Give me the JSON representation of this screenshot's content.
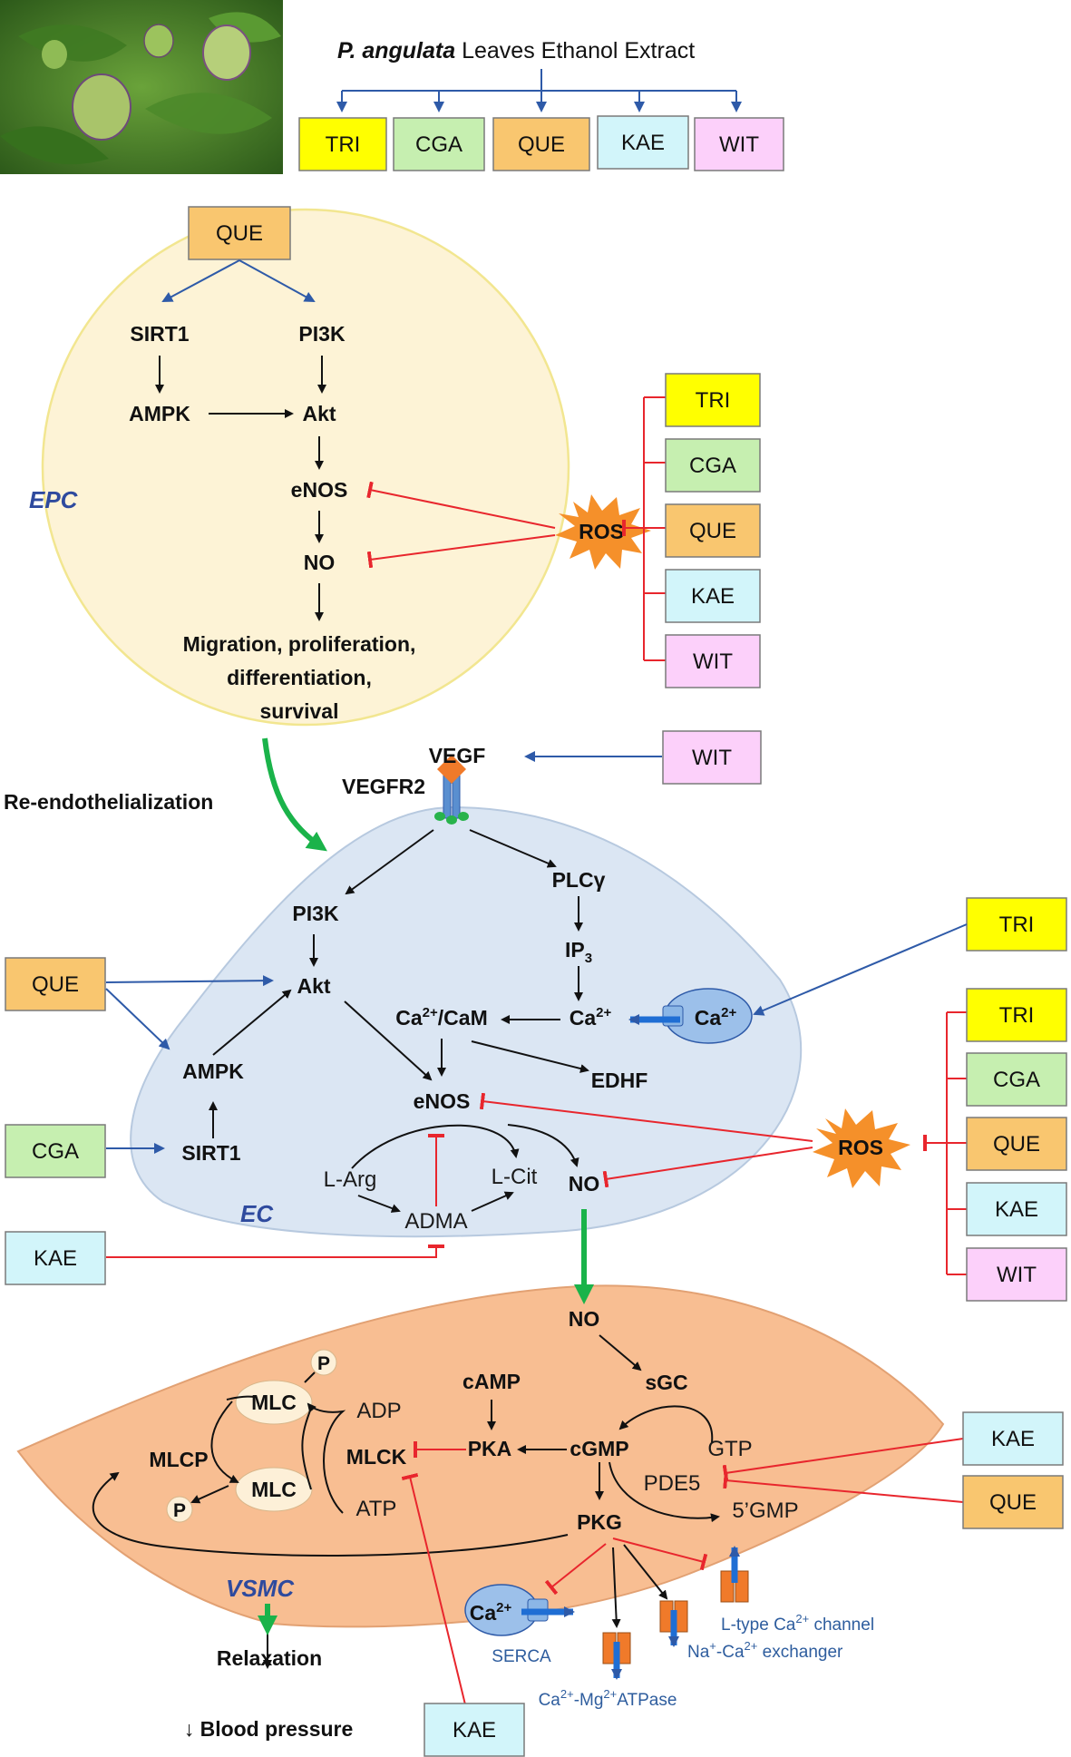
{
  "header": {
    "species_italic": "P. angulata",
    "title_rest": " Leaves Ethanol Extract"
  },
  "compounds": {
    "TRI": "TRI",
    "CGA": "CGA",
    "QUE": "QUE",
    "KAE": "KAE",
    "WIT": "WIT"
  },
  "colors": {
    "TRI": "#ffff00",
    "CGA": "#c6efb0",
    "QUE": "#f9c66f",
    "KAE": "#d2f5fa",
    "WIT": "#fcd0fa",
    "epc_fill": "#fdf3d6",
    "epc_stroke": "#f2e690",
    "ec_fill": "#dbe6f3",
    "vsmc_fill": "#f8be92",
    "activate": "#2e5aa8",
    "inhibit": "#e8262d",
    "green": "#1ab34a",
    "ros": "#f5902a"
  },
  "epc": {
    "label": "EPC",
    "sirt1": "SIRT1",
    "pi3k": "PI3K",
    "ampk": "AMPK",
    "akt": "Akt",
    "enos": "eNOS",
    "no": "NO",
    "outcome_line1": "Migration, proliferation,",
    "outcome_line2": "differentiation,",
    "outcome_line3": "survival"
  },
  "ros": "ROS",
  "reendo": "Re-endothelialization",
  "ec": {
    "label": "EC",
    "vegf": "VEGF",
    "vegfr2": "VEGFR2",
    "pi3k": "PI3K",
    "plcg": "PLCγ",
    "ip3": "IP",
    "ip3_sub": "3",
    "akt": "Akt",
    "ca_cam_a": "Ca",
    "ca_cam_sup": "2+",
    "ca_cam_b": "/CaM",
    "ca": "Ca",
    "ca_sup": "2+",
    "channel_ca": "Ca",
    "channel_sup": "2+",
    "ampk": "AMPK",
    "enos": "eNOS",
    "edhf": "EDHF",
    "sirt1": "SIRT1",
    "larg": "L-Arg",
    "lcit": "L-Cit",
    "adma": "ADMA",
    "no": "NO"
  },
  "vsmc": {
    "label": "VSMC",
    "no": "NO",
    "sgc": "sGC",
    "camp": "cAMP",
    "pka": "PKA",
    "cgmp": "cGMP",
    "gtp": "GTP",
    "pde5": "PDE5",
    "gmp5": "5’GMP",
    "pkg": "PKG",
    "mlc_top": "MLC",
    "mlc_bottom": "MLC",
    "p_top": "P",
    "p_bottom": "P",
    "mlcp": "MLCP",
    "mlck": "MLCK",
    "adp": "ADP",
    "atp": "ATP",
    "serca_ca": "Ca",
    "serca_sup": "2+",
    "serca": "SERCA",
    "ltype_a": "L-type Ca",
    "ltype_sup": "2+",
    "ltype_b": " channel",
    "ncx_a": "Na",
    "ncx_sup1": "+",
    "ncx_b": "-Ca",
    "ncx_sup2": "2+",
    "ncx_c": " exchanger",
    "atpase_a": "Ca",
    "atpase_sup1": "2+",
    "atpase_b": "-Mg",
    "atpase_sup2": "2+",
    "atpase_c": "ATPase",
    "relaxation": "Relaxation",
    "bp": "↓ Blood pressure"
  }
}
